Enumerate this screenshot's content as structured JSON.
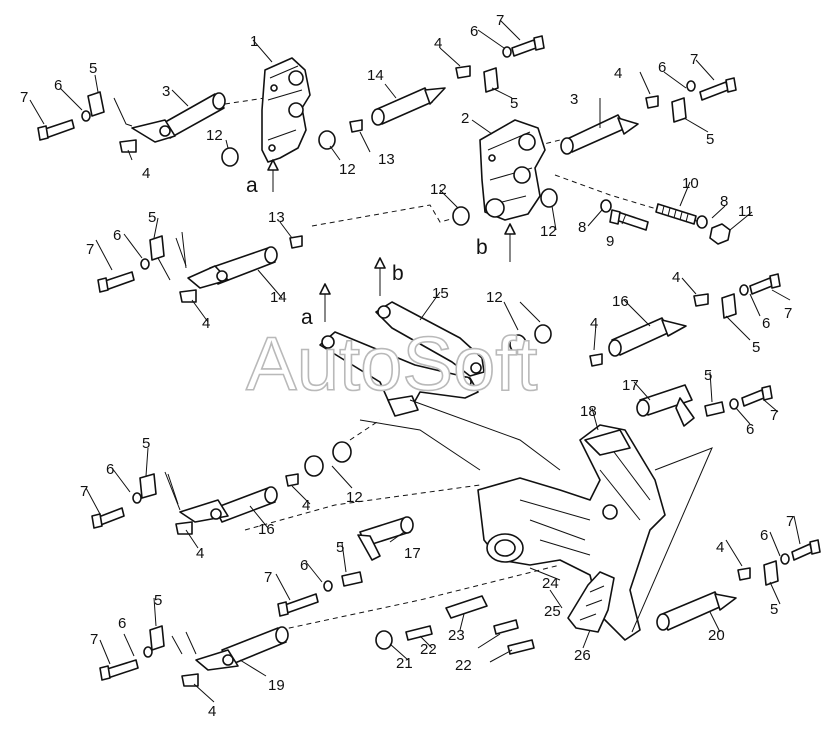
{
  "watermark": "AutoSoft",
  "callouts": [
    "1",
    "2",
    "3",
    "4",
    "5",
    "6",
    "7",
    "8",
    "9",
    "10",
    "11",
    "12",
    "13",
    "14",
    "15",
    "16",
    "17",
    "18",
    "19",
    "20",
    "21",
    "22",
    "23",
    "24",
    "25",
    "26"
  ],
  "views": [
    "a",
    "b"
  ]
}
